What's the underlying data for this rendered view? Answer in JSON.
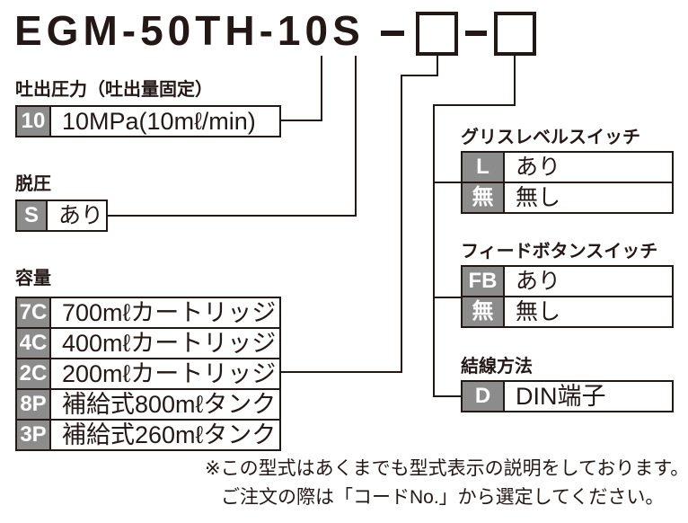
{
  "title": {
    "model_prefix": "EGM-50TH-10S",
    "separator": "-"
  },
  "sections": {
    "pressure": {
      "title": "吐出圧力（吐出量固定）",
      "rows": [
        {
          "code": "10",
          "label": "10MPa(10mℓ/min)"
        }
      ]
    },
    "release": {
      "title": "脱圧",
      "rows": [
        {
          "code": "S",
          "label": "あり"
        }
      ]
    },
    "capacity": {
      "title": "容量",
      "rows": [
        {
          "code": "7C",
          "label": "700mℓカートリッジ"
        },
        {
          "code": "4C",
          "label": "400mℓカートリッジ"
        },
        {
          "code": "2C",
          "label": "200mℓカートリッジ"
        },
        {
          "code": "8P",
          "label": "補給式800mℓタンク"
        },
        {
          "code": "3P",
          "label": "補給式260mℓタンク"
        }
      ]
    },
    "grease_level_switch": {
      "title": "グリスレベルスイッチ",
      "rows": [
        {
          "code": "L",
          "label": "あり"
        },
        {
          "code": "無",
          "label": "無し"
        }
      ]
    },
    "feed_button_switch": {
      "title": "フィードボタンスイッチ",
      "rows": [
        {
          "code": "FB",
          "label": "あり"
        },
        {
          "code": "無",
          "label": "無し"
        }
      ]
    },
    "wiring_method": {
      "title": "結線方法",
      "rows": [
        {
          "code": "D",
          "label": "DIN端子"
        }
      ]
    }
  },
  "note": {
    "line1": "※この型式はあくまでも型式表示の説明をしております。",
    "line2": "ご注文の際は「コードNo.」から選定してください。"
  },
  "colors": {
    "ink": "#231815",
    "code_bg": "#8c8c8c",
    "code_text": "#ffffff",
    "background": "#ffffff"
  }
}
